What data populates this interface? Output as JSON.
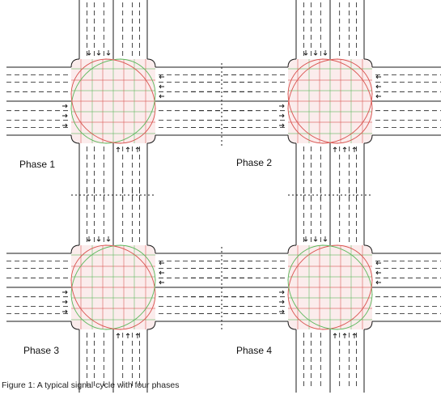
{
  "phases": [
    {
      "label": "Phase 1",
      "active_turns": "left"
    },
    {
      "label": "Phase 2",
      "active_turns": "none"
    },
    {
      "label": "Phase 3",
      "active_turns": "left"
    },
    {
      "label": "Phase 4",
      "active_turns": "right"
    }
  ],
  "caption": "Figure 1: A typical signal cycle with four phases",
  "colors": {
    "road_line": "#1a1a1a",
    "allowed_path": "#5cb85c",
    "blocked_path": "#d9534f",
    "conflict_fill": "#fbecec",
    "phase_divider": "#1a1a1a"
  },
  "icons": [
    "lane-arrow-icon",
    "phase-divider"
  ]
}
